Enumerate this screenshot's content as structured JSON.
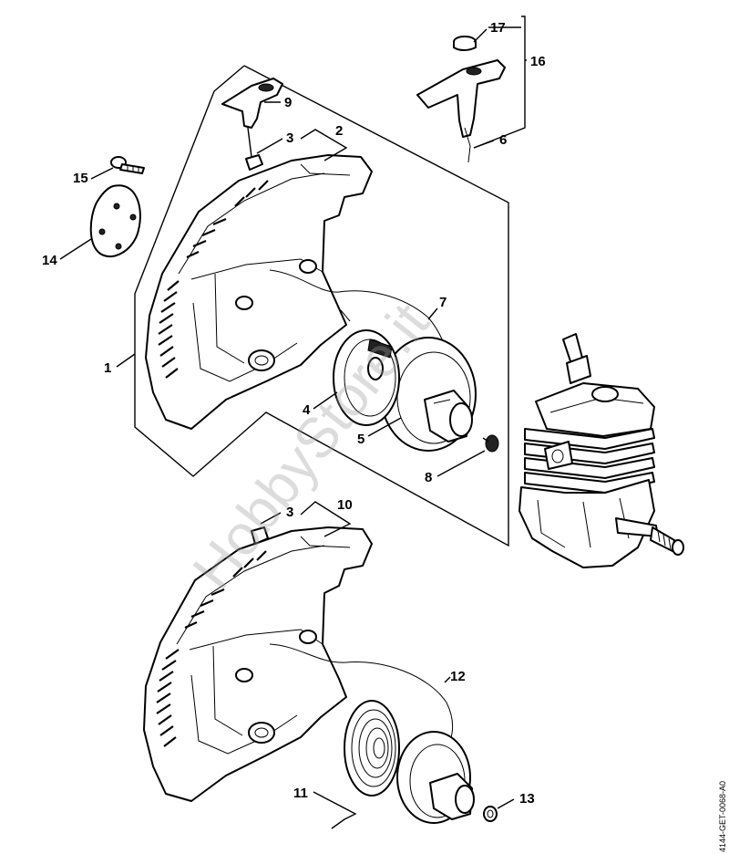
{
  "diagram": {
    "callouts": {
      "c1": "1",
      "c2": "2",
      "c3a": "3",
      "c3b": "3",
      "c4": "4",
      "c5": "5",
      "c6": "6",
      "c7": "7",
      "c8": "8",
      "c9": "9",
      "c10": "10",
      "c11": "11",
      "c12": "12",
      "c13": "13",
      "c14": "14",
      "c15": "15",
      "c16": "16",
      "c17": "17"
    },
    "watermark": "HobbyStore.it",
    "drawing_code": "4144-GET-0068-A0"
  }
}
